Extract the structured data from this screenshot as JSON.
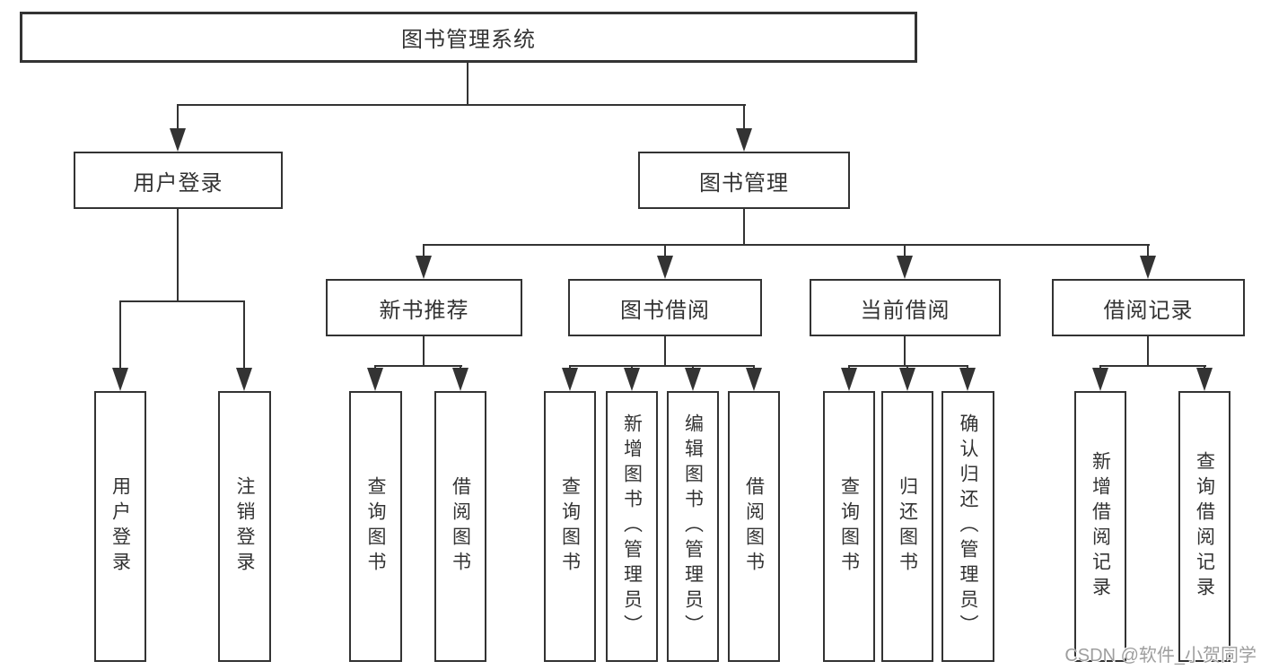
{
  "diagram": {
    "title_node": "图书管理系统",
    "level2": [
      {
        "label": "用户登录"
      },
      {
        "label": "图书管理"
      }
    ],
    "level3": [
      {
        "label": "新书推荐"
      },
      {
        "label": "图书借阅"
      },
      {
        "label": "当前借阅"
      },
      {
        "label": "借阅记录"
      }
    ],
    "leaves": {
      "user_login": [
        "用户登录",
        "注销登录"
      ],
      "new_book": [
        "查询图书",
        "借阅图书"
      ],
      "book_borrow": [
        "查询图书",
        "新增图书（管理员）",
        "编辑图书（管理员）",
        "借阅图书"
      ],
      "current_borrow": [
        "查询图书",
        "归还图书",
        "确认归还（管理员）"
      ],
      "borrow_records": [
        "新增借阅记录",
        "查询借阅记录"
      ]
    }
  },
  "watermark": "CSDN @软件_小贺同学",
  "colors": {
    "line": "#333333",
    "text": "#333333",
    "background": "#ffffff",
    "watermark": "#9e9e9e"
  }
}
